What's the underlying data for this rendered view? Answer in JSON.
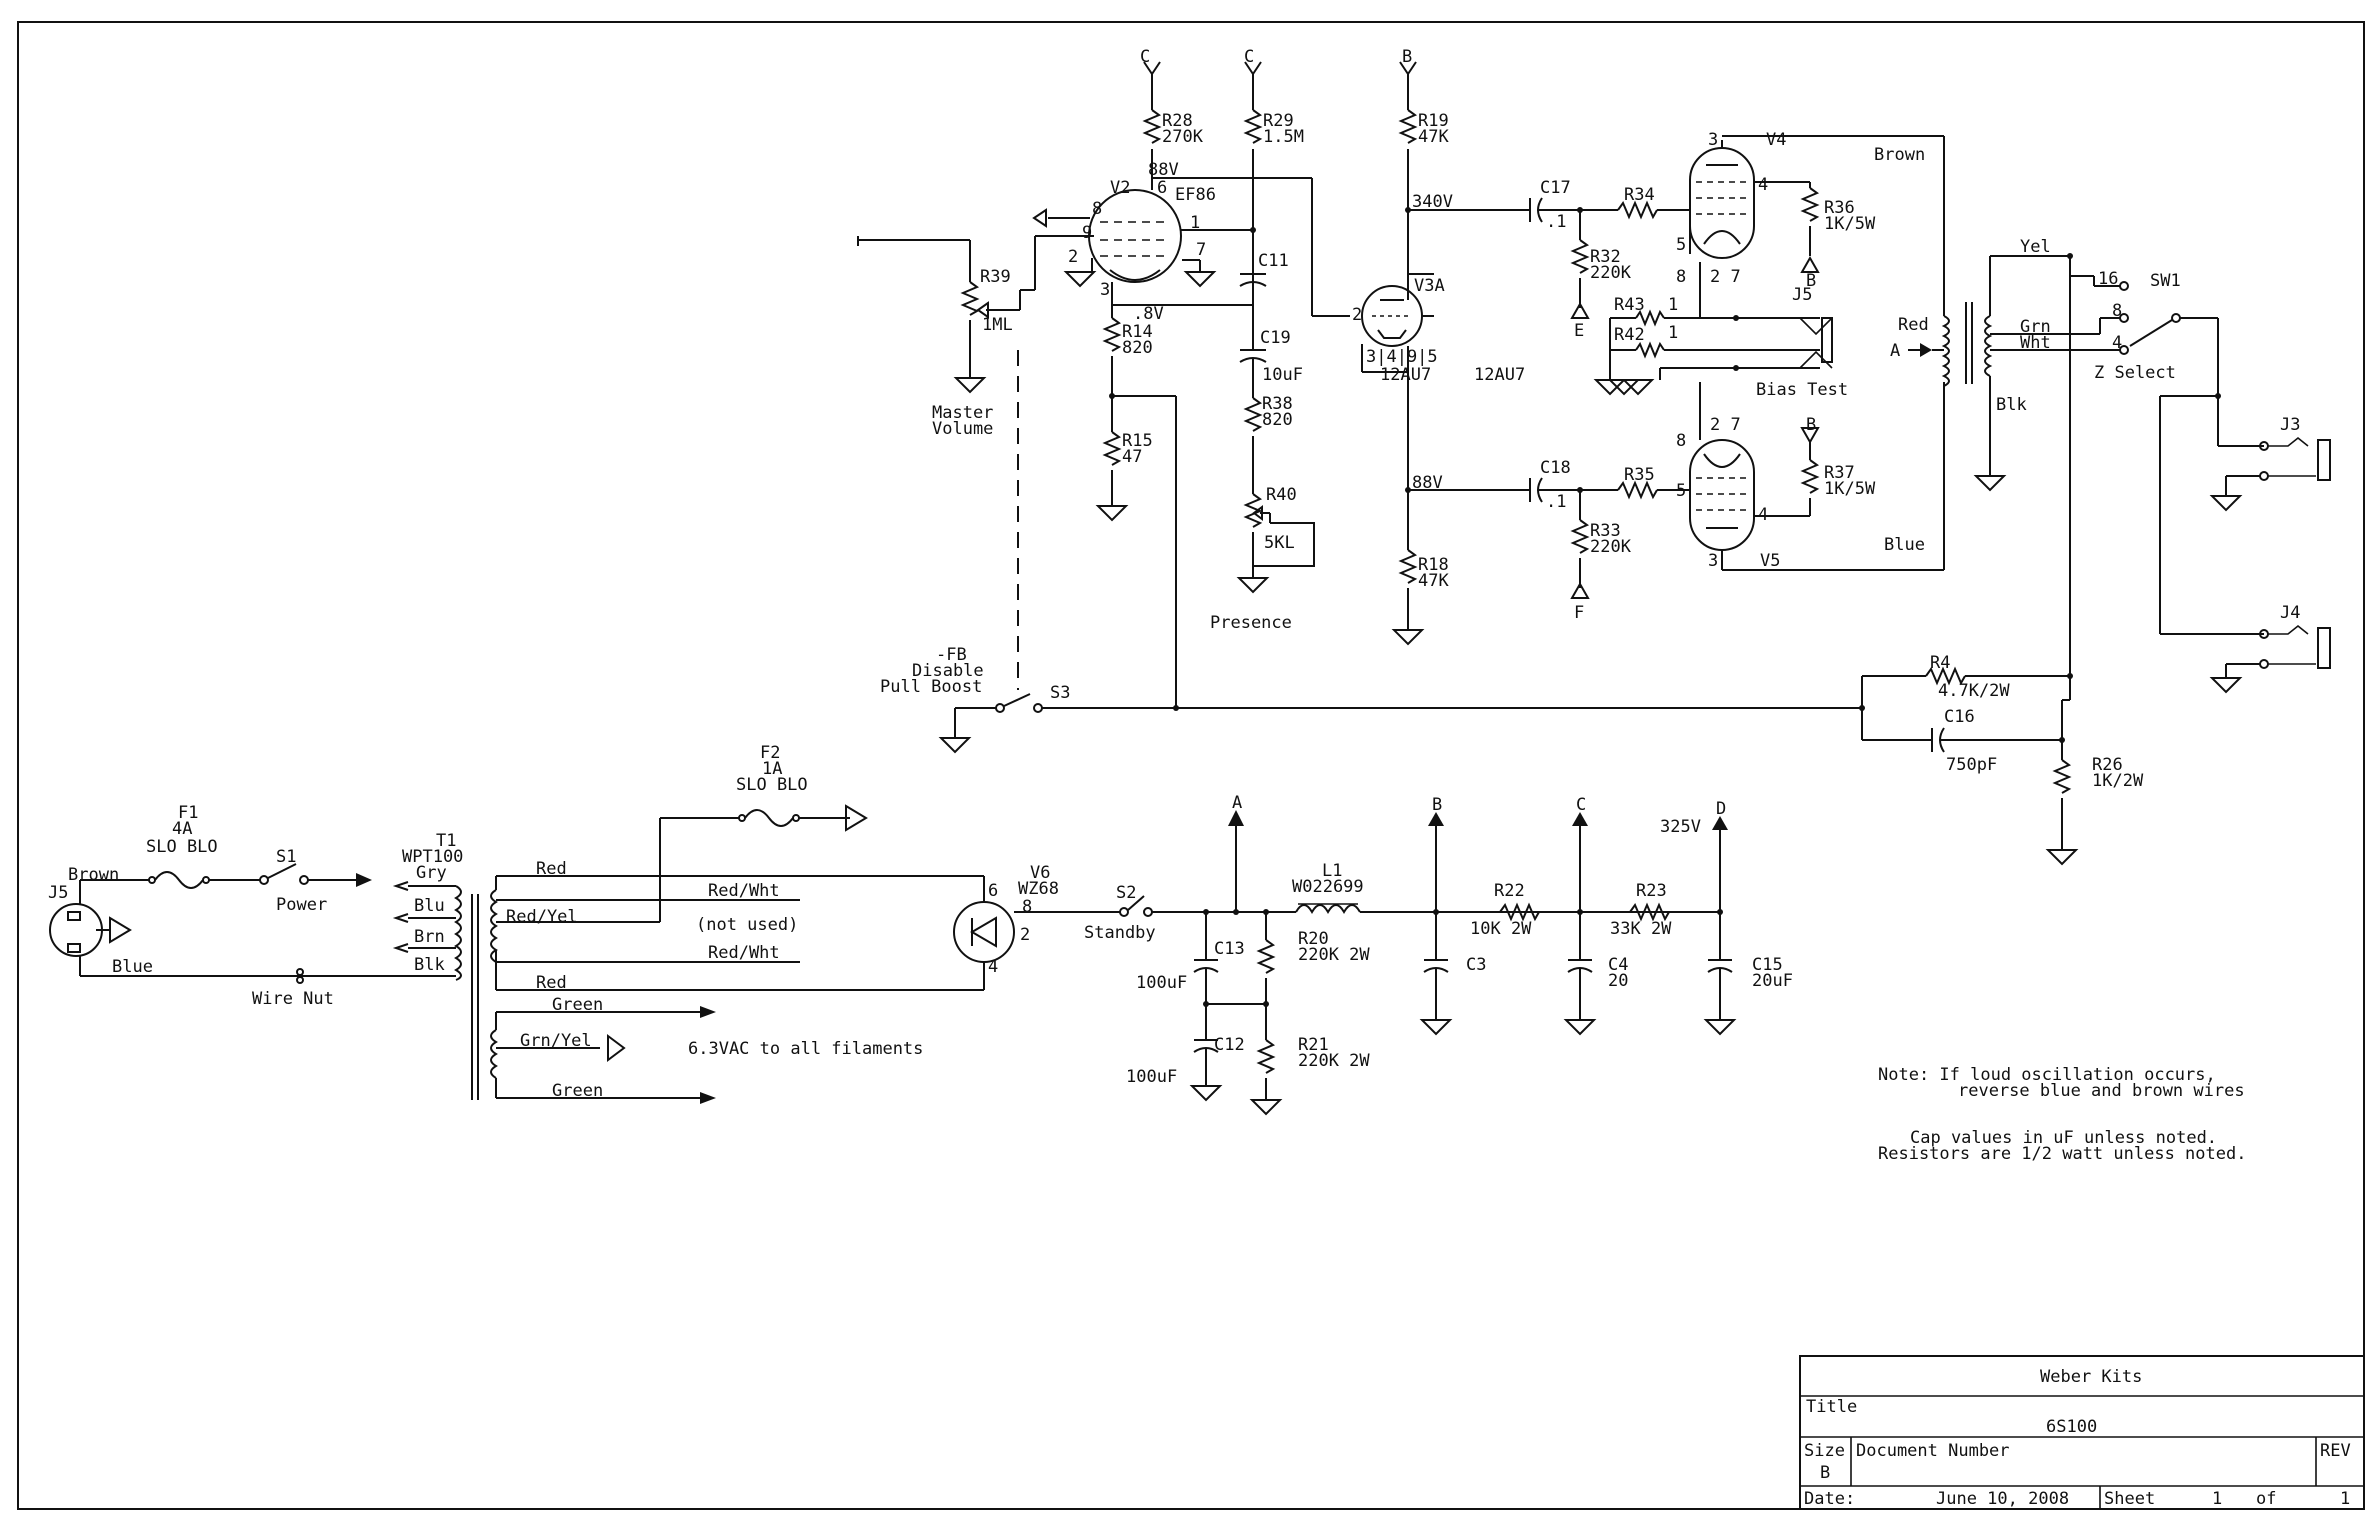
{
  "title_block": {
    "company": "Weber Kits",
    "title_label": "Title",
    "title_value": "6S100",
    "size_label": "Size",
    "size_value": "B",
    "docnum_label": "Document Number",
    "rev_label": "REV",
    "date_label": "Date:",
    "date_value": "June 10, 2008",
    "sheet_label": "Sheet",
    "sheet_num": "1",
    "sheet_of": "of",
    "sheet_total": "1"
  },
  "notes": {
    "note1_line1": "Note:  If loud oscillation occurs,",
    "note1_line2": "reverse blue and brown wires",
    "note2_line1": "Cap values in uF unless noted.",
    "note2_line2": "Resistors are 1/2 watt unless noted."
  },
  "labels": {
    "rail_c1": "C",
    "rail_c2": "C",
    "rail_b1": "B",
    "r28": "R28",
    "r28v": "270K",
    "r29": "R29",
    "r29v": "1.5M",
    "r19": "R19",
    "r19v": "47K",
    "v88a": "88V",
    "v2": "V2",
    "ef86": "EF86",
    "p8": "8",
    "p6": "6",
    "p9": "9",
    "p1": "1",
    "p2": "2",
    "p7": "7",
    "p3": "3",
    "v08": ".8V",
    "c11": "C11",
    "r39": "R39",
    "r39v": "1ML",
    "r14": "R14",
    "r14v": "820",
    "c19": "C19",
    "c19v": "10uF",
    "r38": "R38",
    "r38v": "820",
    "r15": "R15",
    "r15v": "47",
    "r40": "R40",
    "r40v": "5KL",
    "master1": "Master",
    "master2": "Volume",
    "presence": "Presence",
    "fb1": "-FB",
    "fb2": "Disable",
    "fb3": "Pull Boost",
    "s3": "S3",
    "v340": "340V",
    "c17": "C17",
    "c17v": ".1",
    "r34": "R34",
    "r32": "R32",
    "r32v": "220K",
    "e": "E",
    "v3a": "V3A",
    "v3pin2": "2",
    "v3pins": "3|4|9|5",
    "v3tube": "12AU7",
    "v3tube2": "12AU7",
    "r43": "R43",
    "r42": "R42",
    "one1": "1",
    "one2": "1",
    "v88b": "88V",
    "c18": "C18",
    "c18v": ".1",
    "r35": "R35",
    "r33": "R33",
    "r33v": "220K",
    "f": "F",
    "r18": "R18",
    "r18v": "47K",
    "v4": "V4",
    "v4p3": "3",
    "v4p4": "4",
    "v4p5": "5",
    "v4p8": "8",
    "v4p27": "2 7",
    "v5": "V5",
    "v5p3": "3",
    "v5p4": "4",
    "v5p5": "5",
    "v5p8": "8",
    "v5p27": "2 7",
    "r36": "R36",
    "r36v": "1K/5W",
    "r37": "R37",
    "r37v": "1K/5W",
    "b_r36": "B",
    "b_r37": "B",
    "j5a": "J5",
    "bias": "Bias Test",
    "brown": "Brown",
    "blue": "Blue",
    "red": "Red",
    "a_in": "A",
    "yel": "Yel",
    "grn": "Grn",
    "wht": "Wht",
    "blk": "Blk",
    "sw1": "SW1",
    "sw16": "16",
    "sw8": "8",
    "sw4": "4",
    "zsel": "Z Select",
    "j3": "J3",
    "j4": "J4",
    "r4": "R4",
    "r4v": "4.7K/2W",
    "c16": "C16",
    "c16v": "750pF",
    "r26": "R26",
    "r26v": "1K/2W",
    "f1": "F1",
    "f1a": "4A",
    "f1b": "SLO BLO",
    "f2": "F2",
    "f2a": "1A",
    "f2b": "SLO BLO",
    "s1": "S1",
    "power": "Power",
    "t1": "T1",
    "wpt": "WPT100",
    "gry": "Gry",
    "j5b": "J5",
    "brown2": "Brown",
    "blue2": "Blue",
    "tblu": "Blu",
    "tbrn": "Brn",
    "tblk": "Blk",
    "wirenut": "Wire Nut",
    "tred": "Red",
    "tredyel": "Red/Yel",
    "tred2": "Red",
    "redwht1": "Red/Wht",
    "notused": "(not used)",
    "redwht2": "Red/Wht",
    "green1": "Green",
    "grnyel": "Grn/Yel",
    "green2": "Green",
    "filaments": "6.3VAC to all filaments",
    "v6": "V6",
    "wz68": "WZ68",
    "v6p6": "6",
    "v6p8": "8",
    "v6p2": "2",
    "v6p4": "4",
    "s2": "S2",
    "standby": "Standby",
    "ra": "A",
    "rb": "B",
    "rc": "C",
    "rd": "D",
    "l1": "L1",
    "l1v": "W022699",
    "c13": "C13",
    "c13v": "100uF",
    "c12": "C12",
    "c12v": "100uF",
    "r20": "R20",
    "r20v": "220K 2W",
    "r21": "R21",
    "r21v": "220K 2W",
    "c3": "C3",
    "r22": "R22",
    "r22v": "10K 2W",
    "c4": "C4",
    "c4v": "20",
    "r23": "R23",
    "r23v": "33K 2W",
    "v325": "325V",
    "c15": "C15",
    "c15v": "20uF"
  }
}
